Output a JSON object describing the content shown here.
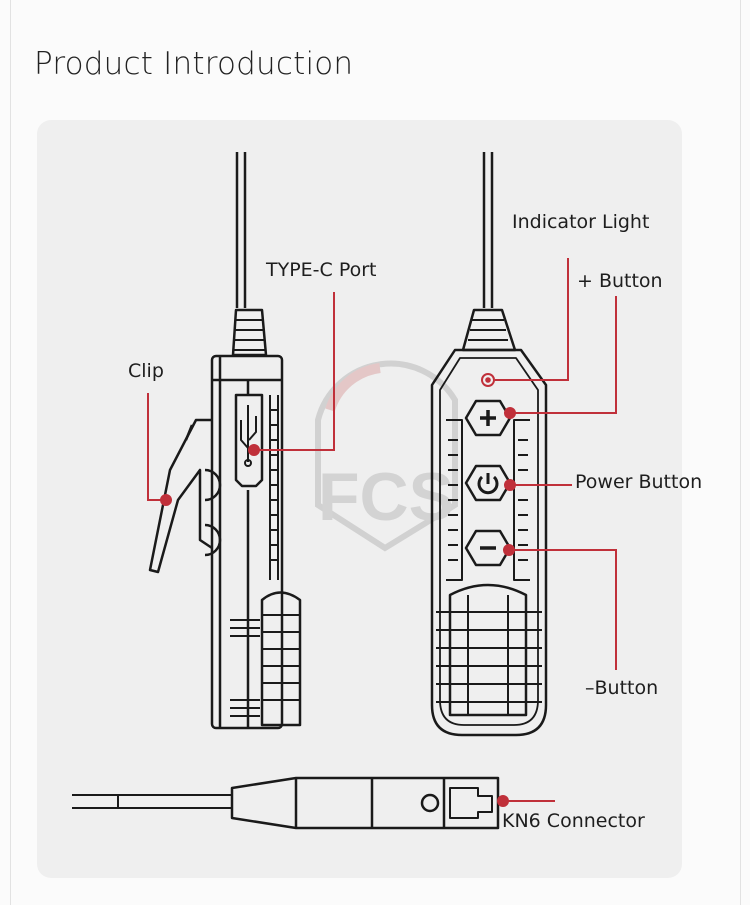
{
  "title": "Product Introduction",
  "labels": {
    "indicator_light": "Indicator Light",
    "plus_button": "+ Button",
    "type_c_port": "TYPE-C Port",
    "clip": "Clip",
    "power_button": "Power Button",
    "minus_button": "–Button",
    "kn6_connector": "KN6 Connector"
  },
  "watermark": "FCS",
  "colors": {
    "accent": "#c0303a",
    "line": "#1a1a1a",
    "panel": "#efefef"
  }
}
